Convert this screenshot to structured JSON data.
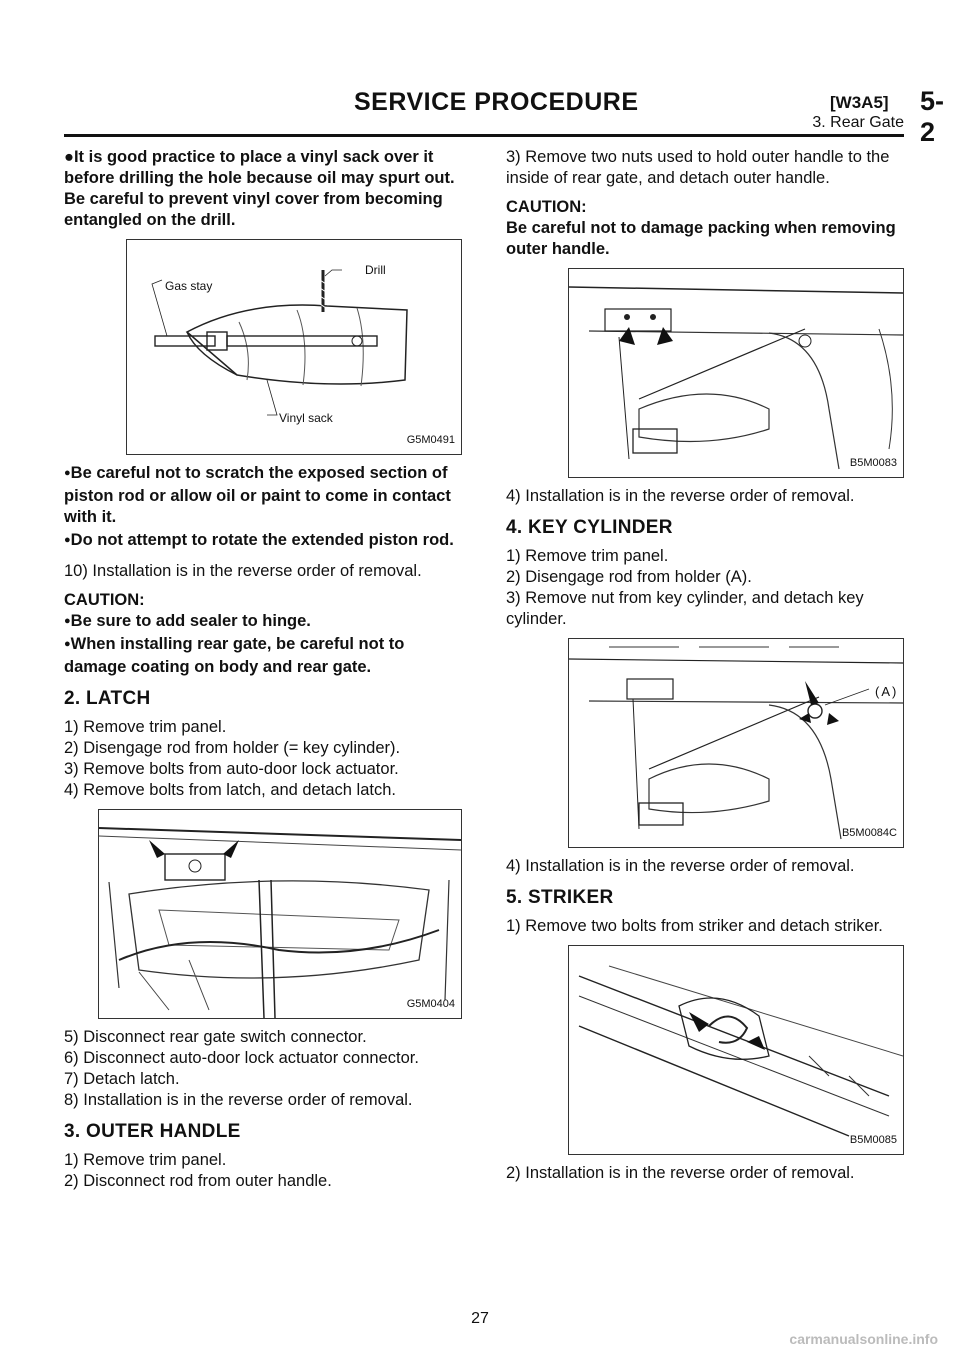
{
  "header": {
    "title": "SERVICE PROCEDURE",
    "code": "[W3A5]",
    "section": "5-2",
    "subtitle": "3. Rear Gate"
  },
  "left": {
    "caution_intro": "●It is good practice to place a vinyl sack over it before drilling the hole because oil may spurt out. Be careful to prevent vinyl cover from becoming entangled on the drill.",
    "fig1": {
      "label": "G5M0491",
      "callout_gas": "Gas stay",
      "callout_drill": "Drill",
      "callout_sack": "Vinyl sack"
    },
    "note1": "Be careful not to scratch the exposed section of piston rod or allow oil or paint to come in contact with it.",
    "note2": "Do not attempt to rotate the extended piston rod.",
    "step10": "10) Installation is in the reverse order of removal.",
    "caution_label": "CAUTION:",
    "caution1": "Be sure to add sealer to hinge.",
    "caution2": "When installing rear gate, be careful not to damage coating on body and rear gate.",
    "latch": {
      "heading": "2. LATCH",
      "steps": [
        "1) Remove trim panel.",
        "2) Disengage rod from holder (= key cylinder).",
        "3) Remove bolts from auto-door lock actuator.",
        "4) Remove bolts from latch, and detach latch."
      ],
      "fig_label": "G5M0404",
      "steps2": [
        "5) Disconnect rear gate switch connector.",
        "6) Disconnect auto-door lock actuator connector.",
        "7) Detach latch.",
        "8) Installation is in the reverse order of removal."
      ]
    },
    "outer": {
      "heading": "3. OUTER HANDLE",
      "steps": [
        "1) Remove trim panel.",
        "2) Disconnect rod from outer handle."
      ]
    }
  },
  "right": {
    "step3": "3) Remove two nuts used to hold outer handle to the inside of rear gate, and detach outer handle.",
    "caution_label": "CAUTION:",
    "caution": "Be careful not to damage packing when removing outer handle.",
    "fig_outer_label": "B5M0083",
    "step4": "4) Installation is in the reverse order of removal.",
    "key": {
      "heading": "4. KEY CYLINDER",
      "steps": [
        "1) Remove trim panel.",
        "2) Disengage rod from holder (A).",
        "3) Remove nut from key cylinder, and detach key cylinder."
      ],
      "fig_label": "B5M0084C",
      "callout_a": "(A)",
      "step4": "4) Installation is in the reverse order of removal."
    },
    "striker": {
      "heading": "5. STRIKER",
      "step1": "1) Remove two bolts from striker and detach striker.",
      "fig_label": "B5M0085",
      "step2": "2) Installation is in the reverse order of removal."
    }
  },
  "footer": {
    "page_number": "27",
    "watermark": "carmanualsonline.info"
  }
}
